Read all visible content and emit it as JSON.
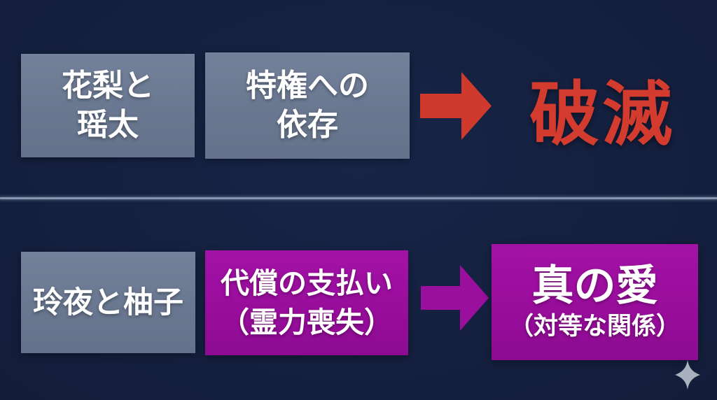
{
  "diagram": {
    "background_color": "#15203f",
    "divider_color": "#8495af",
    "row1": {
      "subject_box": {
        "line1": "花梨と",
        "line2": "瑶太",
        "box_color": "#6d7b93",
        "text_color": "#ffffff"
      },
      "cause_box": {
        "line1": "特権への",
        "line2": "依存",
        "box_color": "#6d7b93",
        "text_color": "#ffffff"
      },
      "arrow_icon": "red-right-arrow",
      "arrow_color": "#cf3a2c",
      "result_text": "破滅",
      "result_color": "#d33b2e"
    },
    "row2": {
      "subject_box": {
        "label": "玲夜と柚子",
        "box_color": "#6d7b93",
        "text_color": "#ffffff"
      },
      "cause_box": {
        "line1": "代償の支払い",
        "line2": "（霊力喪失）",
        "box_color": "#990d9c",
        "text_color": "#ffffff"
      },
      "arrow_icon": "magenta-right-arrow",
      "arrow_color": "#9a0f9e",
      "result_box": {
        "line1": "真の愛",
        "line2": "（対等な関係）",
        "box_color": "#990d9c",
        "text_color": "#ffffff"
      }
    },
    "decor": {
      "sparkle_icon": "four-point-sparkle",
      "sparkle_color": "#a9b1bf"
    }
  }
}
